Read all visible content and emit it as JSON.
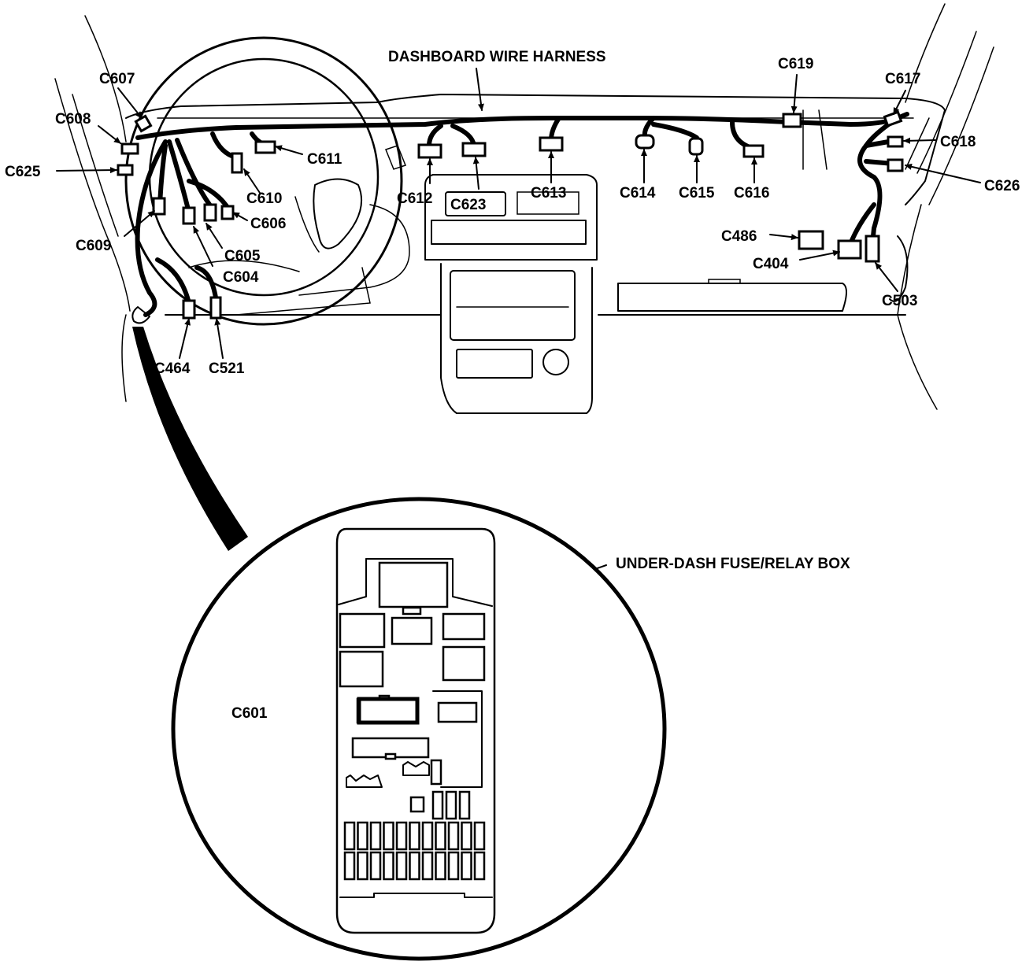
{
  "title": "DASHBOARD WIRE HARNESS",
  "fuse_box_label": "UNDER-DASH FUSE/RELAY BOX",
  "connectors": {
    "c607": "C607",
    "c608": "C608",
    "c625": "C625",
    "c609": "C609",
    "c610": "C610",
    "c611": "C611",
    "c606": "C606",
    "c605": "C605",
    "c604": "C604",
    "c464": "C464",
    "c521": "C521",
    "c612": "C612",
    "c623": "C623",
    "c613": "C613",
    "c614": "C614",
    "c615": "C615",
    "c616": "C616",
    "c619": "C619",
    "c617": "C617",
    "c618": "C618",
    "c626": "C626",
    "c486": "C486",
    "c404": "C404",
    "c503": "C503",
    "c601": "C601"
  }
}
